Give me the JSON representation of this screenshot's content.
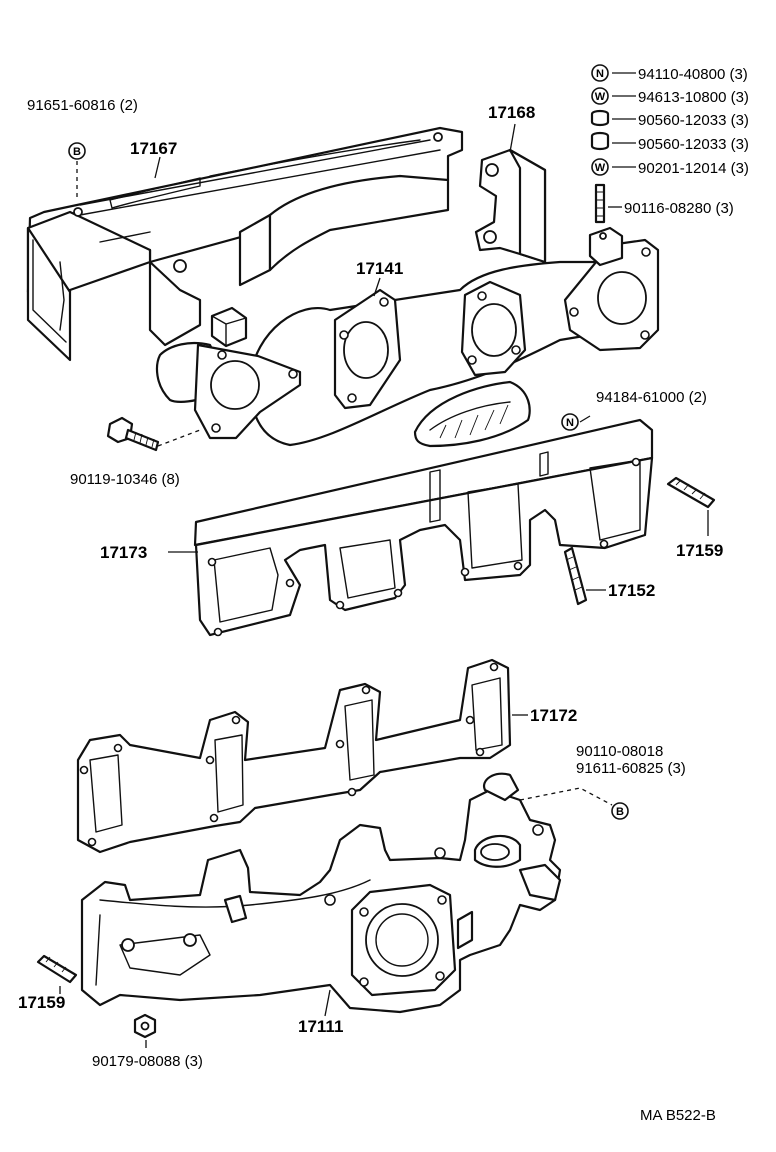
{
  "labels": {
    "p91651": "91651-60816 (2)",
    "p17167": "17167",
    "p17168": "17168",
    "p17141": "17141",
    "p90119": "90119-10346 (8)",
    "p94184": "94184-61000 (2)",
    "p17173": "17173",
    "p17159_top": "17159",
    "p17152": "17152",
    "p17172": "17172",
    "p90110": "90110-08018",
    "p91611": "91611-60825 (3)",
    "p17159_bottom": "17159",
    "p17111": "17111",
    "p90179": "90179-08088 (3)",
    "footer": "MA  B522-B"
  },
  "hardware_list": [
    {
      "symbol": "N",
      "part": "94110-40800 (3)"
    },
    {
      "symbol": "W",
      "part": "94613-10800 (3)"
    },
    {
      "symbol": "",
      "part": "90560-12033 (3)"
    },
    {
      "symbol": "",
      "part": "90560-12033 (3)"
    },
    {
      "symbol": "W",
      "part": "90201-12014 (3)"
    },
    {
      "symbol": "",
      "part": "90116-08280 (3)"
    }
  ],
  "symbols": {
    "b": "B",
    "n": "N"
  }
}
